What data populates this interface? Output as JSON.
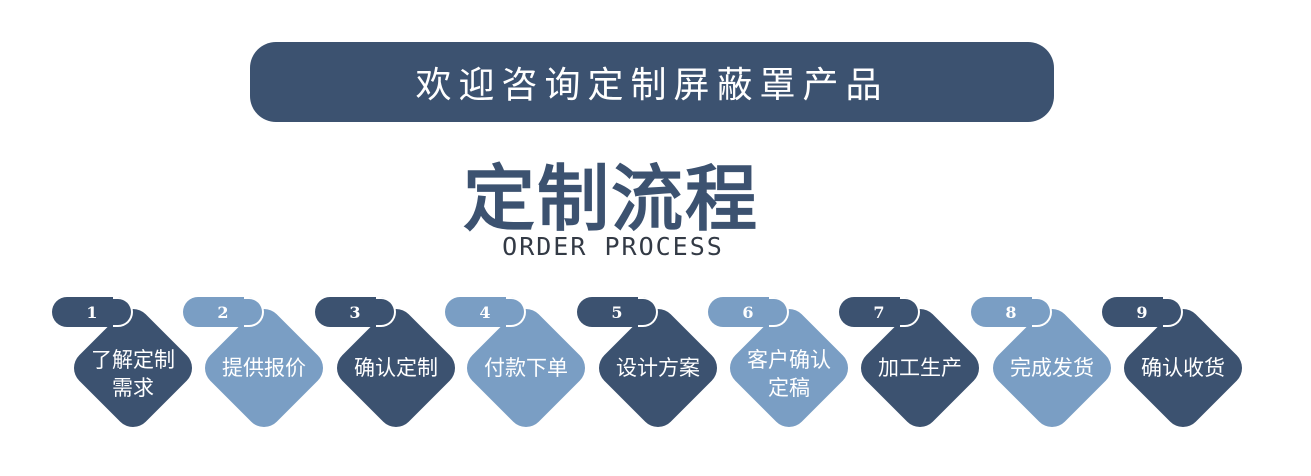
{
  "banner": {
    "text": "欢迎咨询定制屏蔽罩产品"
  },
  "heading": {
    "title": "定制流程",
    "subtitle": "ORDER PROCESS"
  },
  "steps": [
    {
      "number": "1",
      "label": "了解定制\n需求",
      "tone": "dark"
    },
    {
      "number": "2",
      "label": "提供报价",
      "tone": "light"
    },
    {
      "number": "3",
      "label": "确认定制",
      "tone": "dark"
    },
    {
      "number": "4",
      "label": "付款下单",
      "tone": "light"
    },
    {
      "number": "5",
      "label": "设计方案",
      "tone": "dark"
    },
    {
      "number": "6",
      "label": "客户确认\n定稿",
      "tone": "light"
    },
    {
      "number": "7",
      "label": "加工生产",
      "tone": "dark"
    },
    {
      "number": "8",
      "label": "完成发货",
      "tone": "light"
    },
    {
      "number": "9",
      "label": "确认收货",
      "tone": "dark"
    }
  ],
  "colors": {
    "dark": "#3c5270",
    "light": "#7a9ec4"
  }
}
